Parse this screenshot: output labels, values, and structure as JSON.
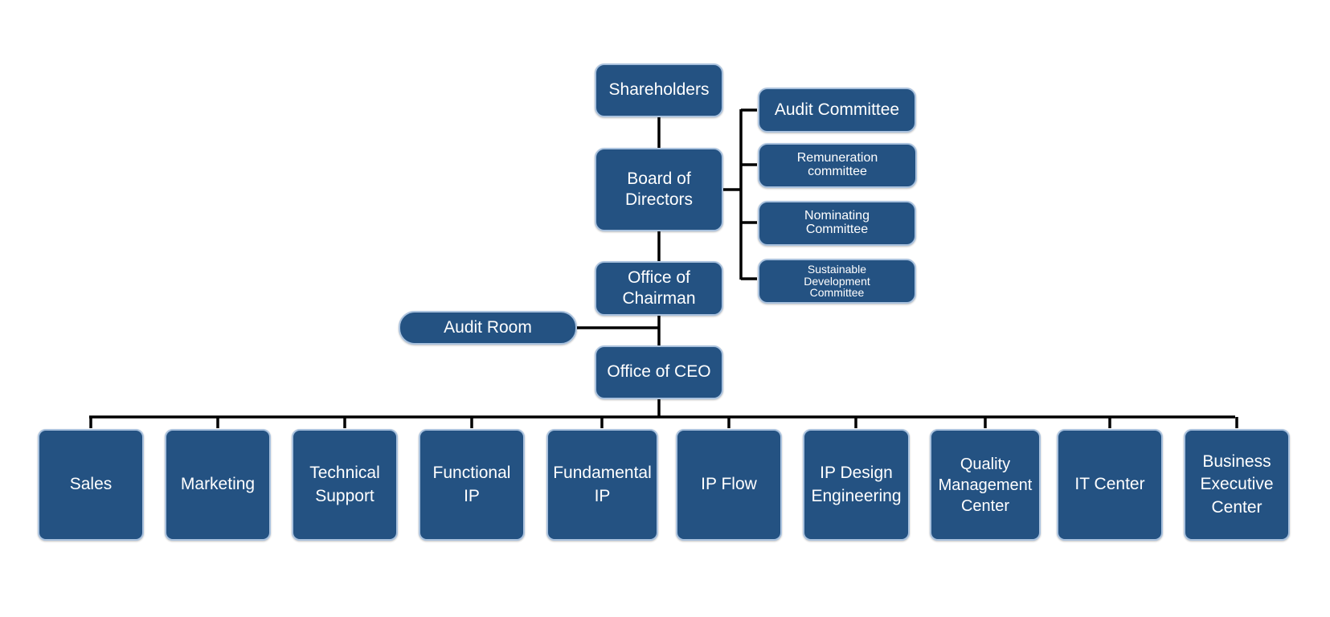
{
  "colors": {
    "box_fill": "#245282",
    "box_border": "#aac2de",
    "text": "#ffffff",
    "line": "#000000"
  },
  "top": {
    "shareholders": "Shareholders",
    "board": "Board of\nDirectors",
    "chairman": "Office of\nChairman",
    "ceo": "Office of CEO",
    "audit_room": "Audit Room"
  },
  "committees": {
    "audit": "Audit Committee",
    "remuneration": "Remuneration\ncommittee",
    "nominating": "Nominating\nCommittee",
    "sustainable": "Sustainable\nDevelopment\nCommittee"
  },
  "departments": [
    "Sales",
    "Marketing",
    "Technical\nSupport",
    "Functional\nIP",
    "Fundamental\nIP",
    "IP Flow",
    "IP Design\nEngineering",
    "Quality\nManagement\nCenter",
    "IT Center",
    "Business\nExecutive\nCenter"
  ]
}
